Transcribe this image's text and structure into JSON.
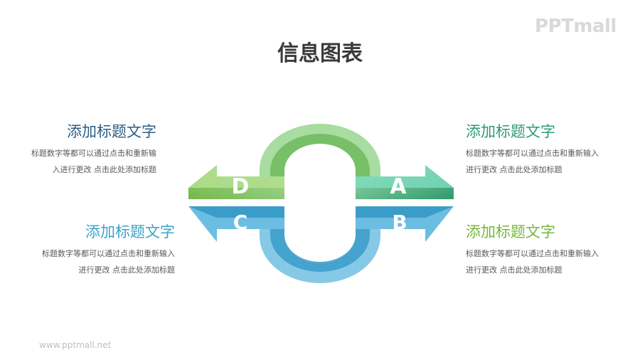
{
  "title": "信息图表",
  "logo": "PPTmall",
  "footer_url": "www.pptmall.net",
  "labels": {
    "a": "A",
    "b": "B",
    "c": "C",
    "d": "D"
  },
  "blocks": {
    "top_left": {
      "heading": "添加标题文字",
      "line1": "标题数字等都可以通过点击和重新输",
      "line2": "入进行更改 点击此处添加标题"
    },
    "bottom_left": {
      "heading": "添加标题文字",
      "line1": "标题数字等都可以通过点击和重新输入",
      "line2": "进行更改 点击此处添加标题"
    },
    "top_right": {
      "heading": "添加标题文字",
      "line1": "标题数字等都可以通过点击和重新输入",
      "line2": "进行更改 点击此处添加标题"
    },
    "bottom_right": {
      "heading": "添加标题文字",
      "line1": "标题数字等都可以通过点击和重新输入",
      "line2": "进行更改 点击此处添加标题"
    }
  },
  "colors": {
    "title": "#3a3a3a",
    "heading_top_left": "#2a5d86",
    "heading_bottom_left": "#3aa3c9",
    "heading_top_right": "#2e9a7a",
    "heading_bottom_right": "#79b73c",
    "green_light": "#a6d989",
    "green_mid": "#6fbf63",
    "teal": "#4fc7a6",
    "blue": "#3a9cc9",
    "blue_light": "#86c9e6"
  }
}
